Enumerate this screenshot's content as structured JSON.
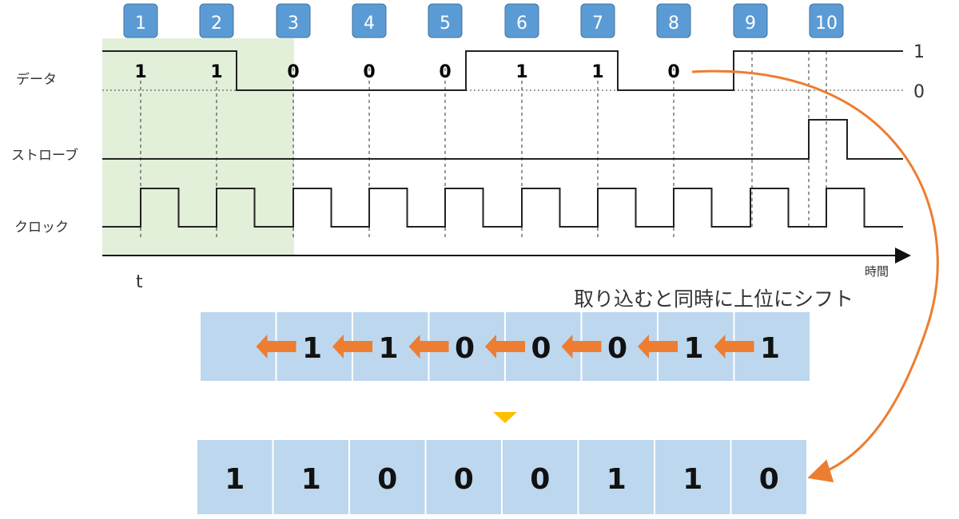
{
  "slots": [
    "1",
    "2",
    "3",
    "4",
    "5",
    "6",
    "7",
    "8",
    "9",
    "10"
  ],
  "signals": {
    "data": "データ",
    "strobe": "ストローブ",
    "clock": "クロック"
  },
  "levels": {
    "high": "1",
    "low": "0"
  },
  "data_bits": [
    "1",
    "1",
    "0",
    "0",
    "0",
    "1",
    "1",
    "0"
  ],
  "axis": {
    "time": "時間",
    "t": "t"
  },
  "shift_note": "取り込むと同時に上位にシフト",
  "shift_register": [
    "1",
    "1",
    "0",
    "0",
    "0",
    "1",
    "1"
  ],
  "result_register": [
    "1",
    "1",
    "0",
    "0",
    "0",
    "1",
    "1",
    "0"
  ],
  "colors": {
    "slot_fill": "#5b9bd5",
    "highlight": "#e2efd9",
    "register": "#bdd7ee",
    "arrow": "#ed7d31",
    "triangle": "#ffc000"
  }
}
